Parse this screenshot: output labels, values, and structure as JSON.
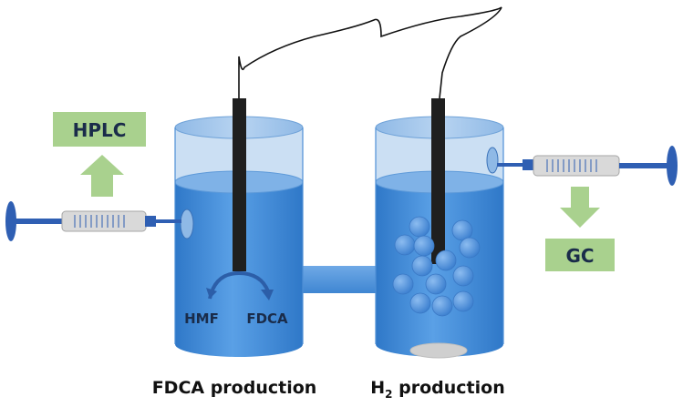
{
  "labels": {
    "hplc": "HPLC",
    "gc": "GC",
    "hmf": "HMF",
    "fdca": "FDCA",
    "left_cell_caption": "FDCA production",
    "right_cell_caption_main": "H",
    "right_cell_caption_sub": "2",
    "right_cell_caption_rest": " production"
  },
  "colors": {
    "water_dark": "#3f8ad6",
    "water_light": "#9dc3ea",
    "electrode": "#1f1f1f",
    "box_green": "#a9d18e",
    "arrow_green": "#a9d18e",
    "syringe_blue": "#2f5fb3",
    "bubble": "#4f8fd9",
    "text": "#1a2c4a"
  },
  "icons": {
    "up_arrow": "up-arrow-icon",
    "down_arrow": "down-arrow-icon",
    "curved_arrow": "curved-reaction-arrow-icon",
    "syringe": "syringe-icon"
  }
}
